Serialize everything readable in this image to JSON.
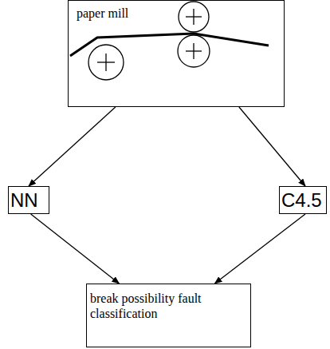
{
  "diagram": {
    "nodes": [
      {
        "text": [
          "paper mill"
        ]
      },
      {
        "text": [
          "NN"
        ]
      },
      {
        "text": [
          "C4.5"
        ]
      },
      {
        "text": [
          "break possibility fault classification"
        ]
      }
    ],
    "edges": [
      {
        "from": 0,
        "to": 1,
        "arrow": "to"
      },
      {
        "from": 0,
        "to": 2,
        "arrow": "to"
      },
      {
        "from": 1,
        "to": 3,
        "arrow": "to"
      },
      {
        "from": 2,
        "to": 3,
        "arrow": "to"
      }
    ]
  }
}
